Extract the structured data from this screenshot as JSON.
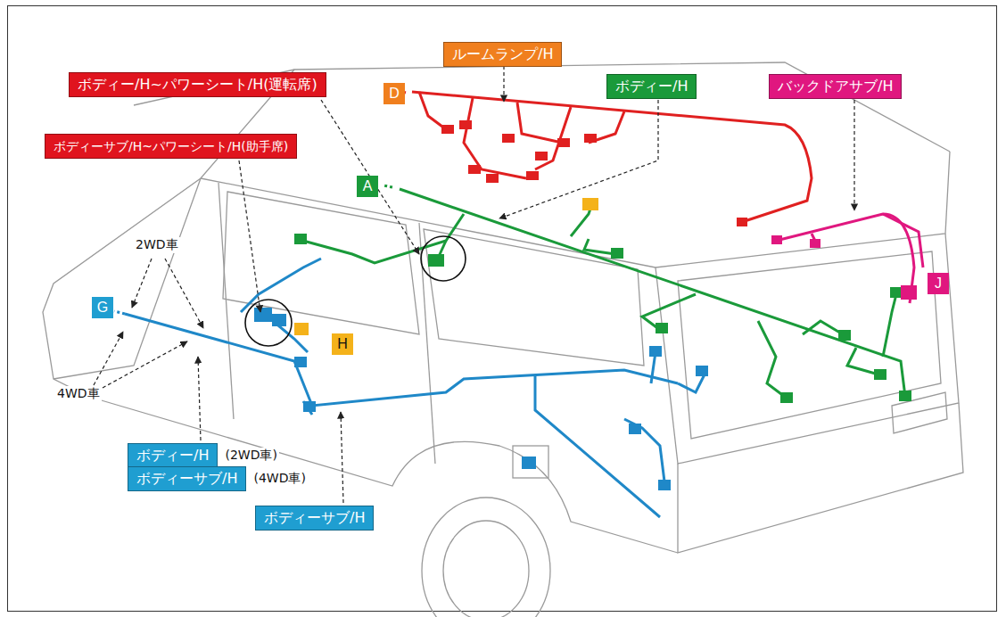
{
  "diagram": {
    "nodes": [
      {
        "text": [
          "ルームランプ/H"
        ]
      },
      {
        "text": [
          "ボディー/H~パワーシート/H(運転席)"
        ]
      },
      {
        "text": [
          "D"
        ]
      },
      {
        "text": [
          "ボディー/H"
        ]
      },
      {
        "text": [
          "バックドアサブ/H"
        ]
      },
      {
        "text": [
          "ボディーサブ/H~パワーシート/H(助手席)"
        ]
      },
      {
        "text": [
          "A"
        ]
      },
      {
        "text": [
          "J"
        ]
      },
      {
        "text": [
          "G"
        ]
      },
      {
        "text": [
          "H"
        ]
      },
      {
        "text": [
          "ボディー/H",
          "(2WD車)"
        ]
      },
      {
        "text": [
          "ボディーサブ/H",
          "(4WD車)"
        ]
      },
      {
        "text": [
          "ボディーサブ/H"
        ]
      }
    ],
    "labels": [
      "2WD車",
      "4WD車"
    ]
  }
}
